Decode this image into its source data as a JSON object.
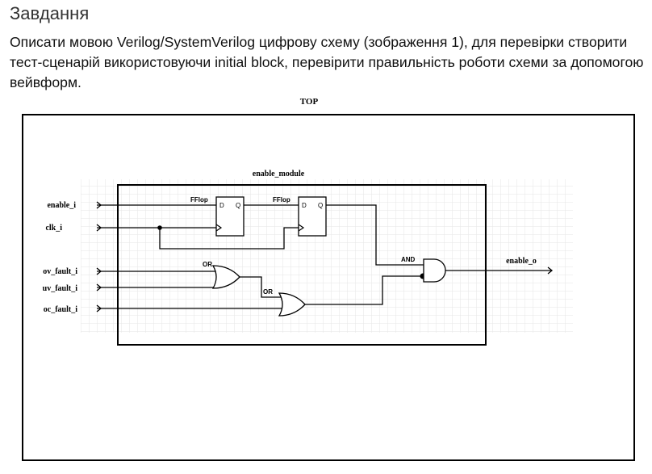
{
  "heading": "Завдання",
  "task_text": "Описати мовою Verilog/SystemVerilog цифрову схему (зображення 1), для перевірки створити тест-сценарій використовуючи initial block, перевірити правильність роботи схеми за допомогою вейвформ.",
  "diagram": {
    "top_label": "TOP",
    "module_label": "enable_module",
    "inputs": [
      "enable_i",
      "clk_i",
      "ov_fault_i",
      "uv_fault_i",
      "oc_fault_i"
    ],
    "output": "enable_o",
    "flipflops": [
      {
        "title": "FFlop",
        "d": "D",
        "q": "Q"
      },
      {
        "title": "FFlop",
        "d": "D",
        "q": "Q"
      }
    ],
    "gates": {
      "or1": "OR",
      "or2": "OR",
      "and": "AND"
    }
  }
}
